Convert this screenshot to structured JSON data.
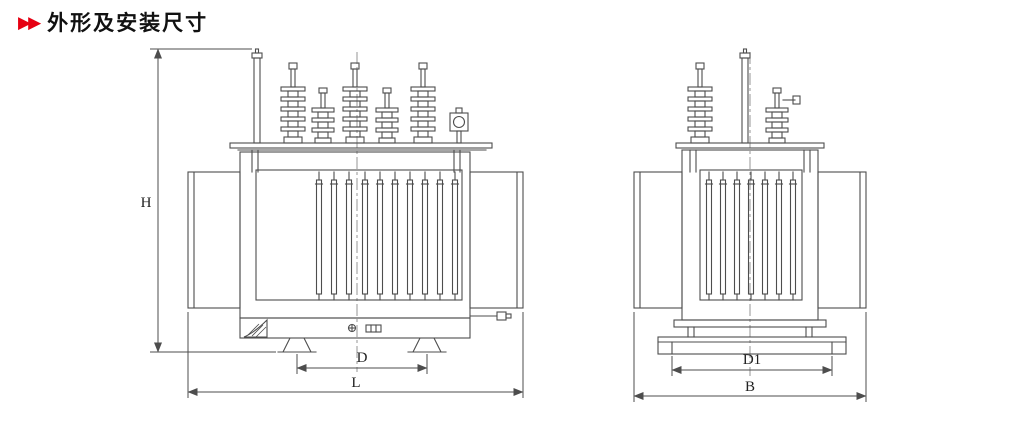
{
  "header": {
    "marker_icon": "double-right-arrows",
    "marker": "▶▶",
    "title": "外形及安装尺寸"
  },
  "drawing": {
    "front_view": {
      "dim_labels": {
        "height": "H",
        "wheel_gauge": "D",
        "length": "L"
      }
    },
    "side_view": {
      "dim_labels": {
        "wheel_gauge": "D1",
        "width": "B"
      }
    }
  },
  "colors": {
    "accent_red": "#e60012",
    "line_gray": "#4d4d4d",
    "background": "#ffffff",
    "text": "#111111"
  }
}
